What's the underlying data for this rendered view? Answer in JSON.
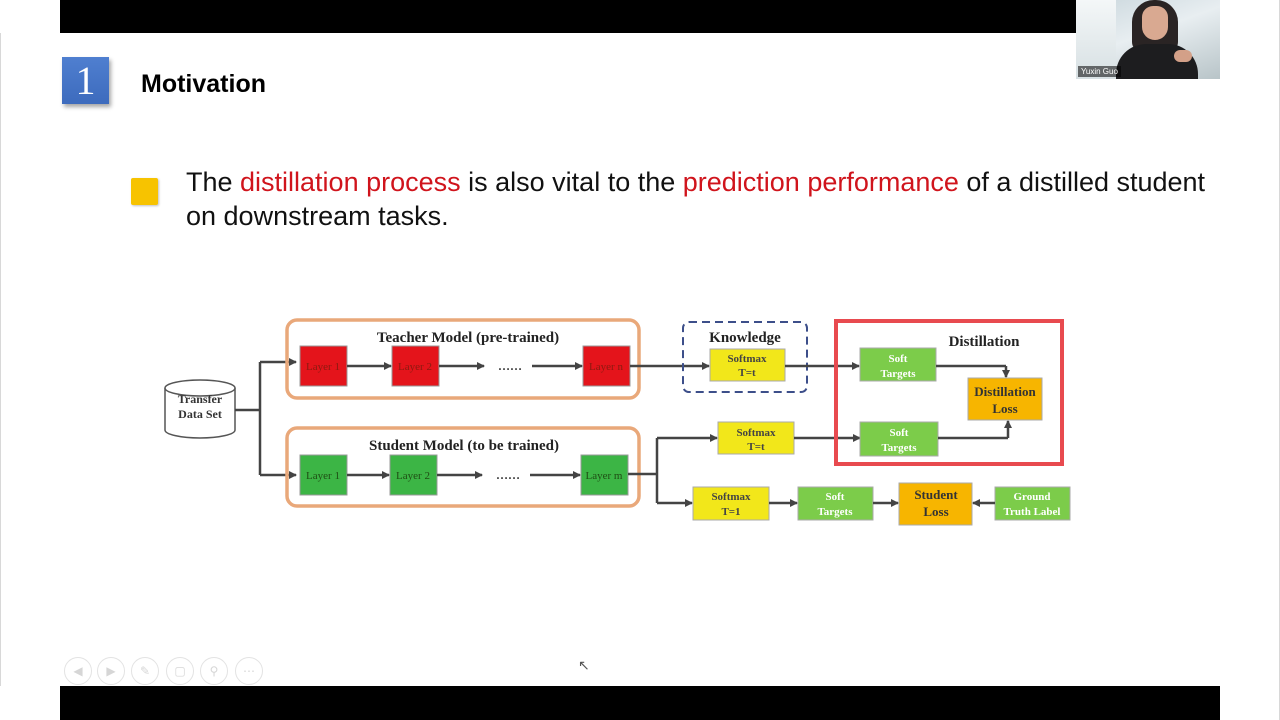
{
  "slide": {
    "number": "1",
    "title": "Motivation",
    "bullet": {
      "text_1": "The ",
      "highlight_1": "distillation process",
      "text_2": " is also vital to the ",
      "highlight_2": "prediction performance",
      "text_3": " of a distilled student on downstream tasks."
    }
  },
  "video_tile": {
    "participant_name": "Yuxin Guo"
  },
  "diagram": {
    "transfer_data_set": "Transfer Data Set",
    "teacher_model_label": "Teacher Model (pre-trained)",
    "teacher_layers": [
      "Layer 1",
      "Layer 2",
      "Layer n"
    ],
    "student_model_label": "Student Model (to be trained)",
    "student_layers": [
      "Layer 1",
      "Layer 2",
      "Layer m"
    ],
    "ellipsis": "……",
    "knowledge_label": "Knowledge",
    "distillation_label": "Distillation",
    "softmax_t_line1": "Softmax",
    "softmax_t_line2": "T=t",
    "softmax_1_line2": "T=1",
    "soft_targets_line1": "Soft",
    "soft_targets_line2": "Targets",
    "distillation_loss_line1": "Distillation",
    "distillation_loss_line2": "Loss",
    "student_loss_line1": "Student",
    "student_loss_line2": "Loss",
    "ground_truth_line1": "Ground",
    "ground_truth_line2": "Truth Label"
  },
  "nav_controls": [
    "prev-icon",
    "next-icon",
    "pen-icon",
    "slides-icon",
    "zoom-icon",
    "more-icon"
  ],
  "colors": {
    "accent_red": "#d0141c",
    "bullet_yellow": "#f7c300",
    "badge_blue": "#3d6bbd",
    "teacher_layer": "#e4141b",
    "student_layer": "#3cb545",
    "softmax_yellow": "#f2e71a",
    "soft_targets_green": "#7ccc4a",
    "loss_orange": "#f7b500",
    "model_border": "#e9a87a",
    "distillation_border": "#e84a4f",
    "knowledge_border": "#3d4f8a"
  }
}
